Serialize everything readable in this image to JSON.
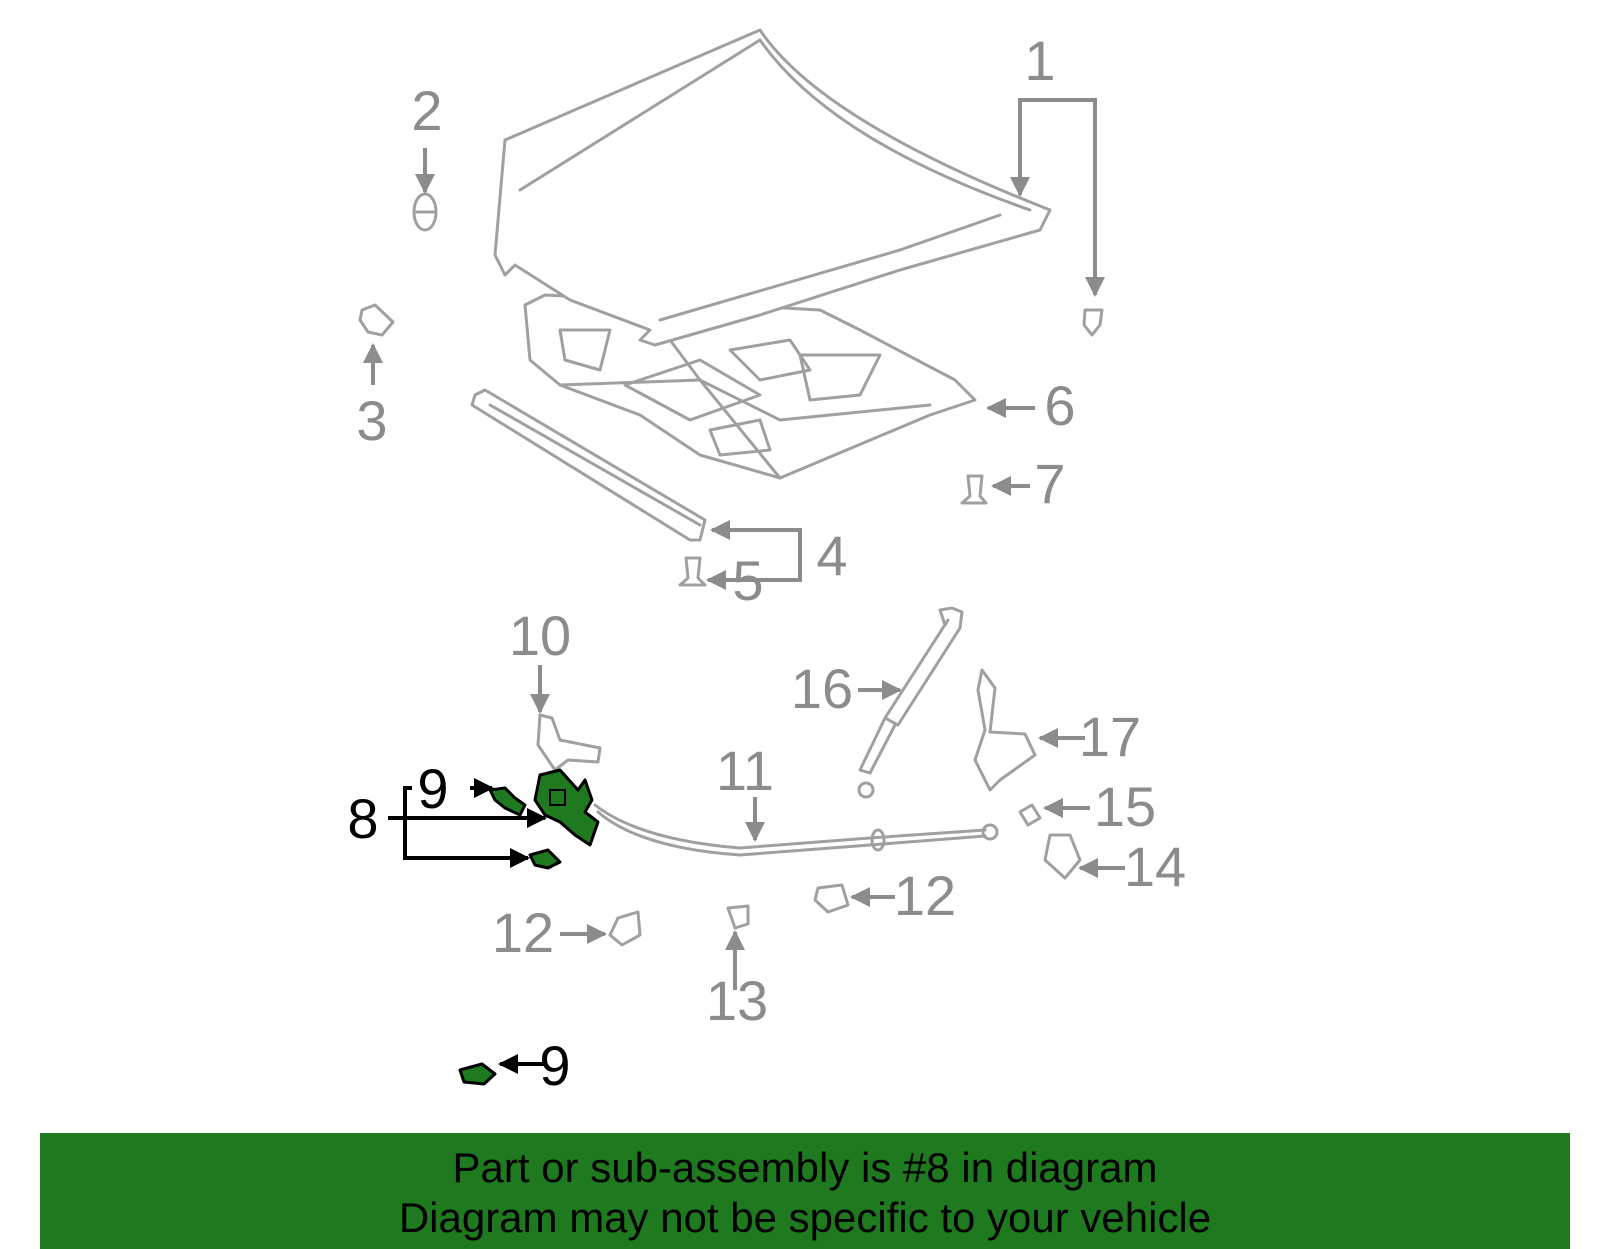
{
  "callouts": {
    "c1": "1",
    "c2": "2",
    "c3": "3",
    "c4": "4",
    "c5": "5",
    "c6": "6",
    "c7": "7",
    "c8": "8",
    "c9a": "9",
    "c9b": "9",
    "c10": "10",
    "c11": "11",
    "c12a": "12",
    "c12b": "12",
    "c13": "13",
    "c14": "14",
    "c15": "15",
    "c16": "16",
    "c17": "17"
  },
  "highlighted_part": "8",
  "colors": {
    "highlight": "#1f7a1f",
    "line": "#a0a0a0",
    "label": "#8c8c8c"
  },
  "banner": {
    "line1": "Part or sub-assembly is #8 in diagram",
    "line2": "Diagram may not be specific to your vehicle"
  }
}
